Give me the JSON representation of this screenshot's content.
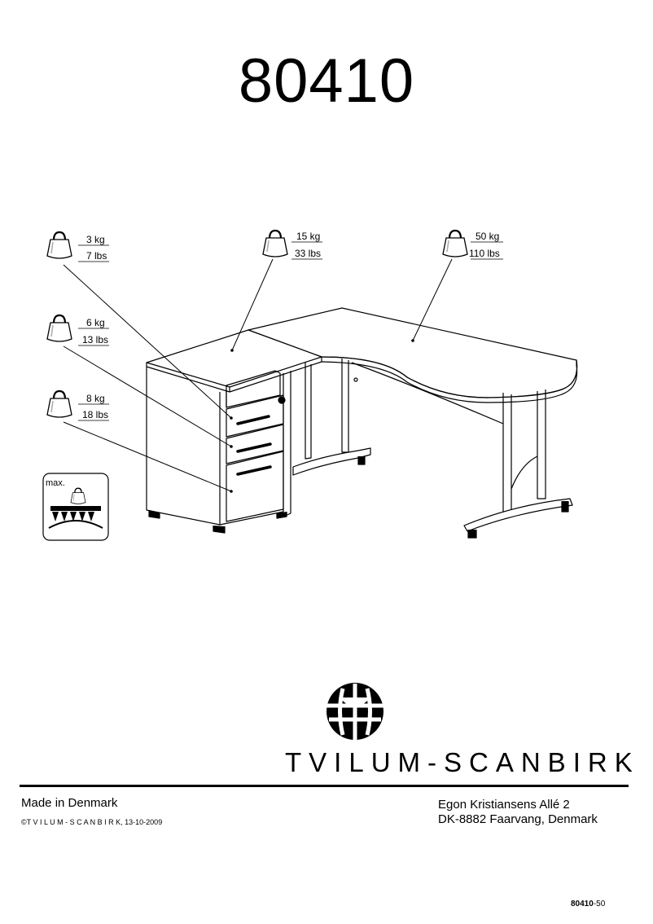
{
  "title": "80410",
  "load_labels": {
    "side_top": {
      "kg": "3 kg",
      "lbs": "7 lbs"
    },
    "top_drawer": {
      "kg": "6 kg",
      "lbs": "13 lbs"
    },
    "file_drawer": {
      "kg": "8 kg",
      "lbs": "18 lbs"
    },
    "pedestal_top": {
      "kg": "15 kg",
      "lbs": "33 lbs"
    },
    "desk_top": {
      "kg": "50 kg",
      "lbs": "110 lbs"
    },
    "max_load_label": "max."
  },
  "footer": {
    "brand": "TVILUM-SCANBIRK",
    "made_in": "Made in Denmark",
    "copyright": "©T V I L U M - S C A N B I R K, 13-10-2009",
    "address_line1": "Egon Kristiansens Allé 2",
    "address_line2": "DK-8882 Faarvang, Denmark",
    "page_ref_bold": "80410",
    "page_ref_rest": "-50"
  }
}
